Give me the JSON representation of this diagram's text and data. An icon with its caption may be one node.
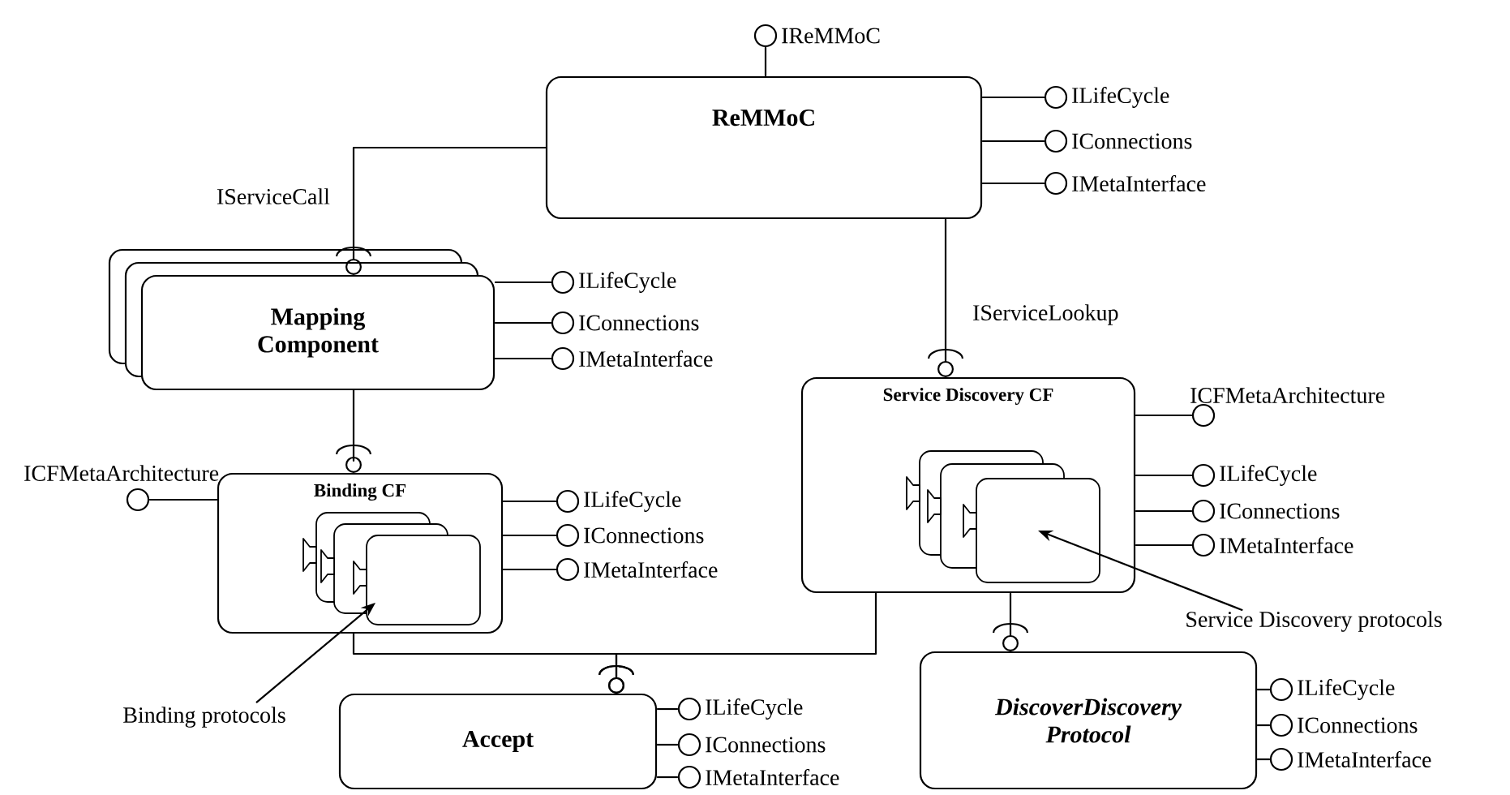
{
  "diagram": {
    "nodes": [
      {
        "text": [
          "ReMMoC"
        ]
      },
      {
        "text": [],
        "shape": "circle",
        "beside": [
          "IReMMoC"
        ]
      },
      {
        "text": [],
        "shape": "circle",
        "beside": [
          "ILifeCycle"
        ]
      },
      {
        "text": [],
        "shape": "circle",
        "beside": [
          "IConnections"
        ]
      },
      {
        "text": [],
        "shape": "circle",
        "beside": [
          "IMetaInterface"
        ]
      },
      {
        "text": [
          "Mapping Component"
        ]
      },
      {
        "text": [],
        "shape": "circle",
        "beside": [
          "ILifeCycle"
        ]
      },
      {
        "text": [],
        "shape": "circle",
        "beside": [
          "IConnections"
        ]
      },
      {
        "text": [],
        "shape": "circle",
        "beside": [
          "IMetaInterface"
        ]
      },
      {
        "text": [
          "Service Discovery CF"
        ]
      },
      {
        "text": [],
        "shape": "circle",
        "beside": [
          "ICFMetaArchitecture"
        ]
      },
      {
        "text": [],
        "shape": "circle",
        "beside": [
          "ILifeCycle"
        ]
      },
      {
        "text": [],
        "shape": "circle",
        "beside": [
          "IConnections"
        ]
      },
      {
        "text": [],
        "shape": "circle",
        "beside": [
          "IMetaInterface"
        ]
      },
      {
        "text": [],
        "shape": "box",
        "in": 9
      },
      {
        "text": [
          "Service Discovery protocols"
        ]
      },
      {
        "text": [
          "Binding CF"
        ]
      },
      {
        "text": [],
        "shape": "circle",
        "beside": [
          "ICFMetaArchitecture"
        ]
      },
      {
        "text": [],
        "shape": "circle",
        "beside": [
          "ILifeCycle"
        ]
      },
      {
        "text": [],
        "shape": "circle",
        "beside": [
          "IConnections"
        ]
      },
      {
        "text": [],
        "shape": "circle",
        "beside": [
          "IMetaInterface"
        ]
      },
      {
        "text": [],
        "shape": "box",
        "in": 16
      },
      {
        "text": [
          "Binding protocols"
        ]
      },
      {
        "text": [
          "Accept"
        ]
      },
      {
        "text": [],
        "shape": "circle",
        "beside": [
          "ILifeCycle"
        ]
      },
      {
        "text": [],
        "shape": "circle",
        "beside": [
          "IConnections"
        ]
      },
      {
        "text": [],
        "shape": "circle",
        "beside": [
          "IMetaInterface"
        ]
      },
      {
        "text": [
          "DiscoverDiscovery Protocol"
        ]
      },
      {
        "text": [],
        "shape": "circle",
        "beside": [
          "ILifeCycle"
        ]
      },
      {
        "text": [],
        "shape": "circle",
        "beside": [
          "IConnections"
        ]
      },
      {
        "text": [],
        "shape": "circle",
        "beside": [
          "IMetaInterface"
        ]
      }
    ],
    "edges": [
      {
        "from": 0,
        "to": 1,
        "arrow": "none"
      },
      {
        "from": 0,
        "to": 2,
        "arrow": "none"
      },
      {
        "from": 0,
        "to": 3,
        "arrow": "none"
      },
      {
        "from": 0,
        "to": 4,
        "arrow": "none"
      },
      {
        "from": 0,
        "to": 5,
        "arrow": "other",
        "label": "IServiceCall"
      },
      {
        "from": 0,
        "to": 9,
        "arrow": "other",
        "label": "IServiceLookup"
      },
      {
        "from": 5,
        "to": 6,
        "arrow": "none"
      },
      {
        "from": 5,
        "to": 7,
        "arrow": "none"
      },
      {
        "from": 5,
        "to": 8,
        "arrow": "none"
      },
      {
        "from": 5,
        "to": 16,
        "arrow": "other"
      },
      {
        "from": 9,
        "to": 10,
        "arrow": "none"
      },
      {
        "from": 9,
        "to": 11,
        "arrow": "none"
      },
      {
        "from": 9,
        "to": 12,
        "arrow": "none"
      },
      {
        "from": 9,
        "to": 13,
        "arrow": "none"
      },
      {
        "from": 16,
        "to": 17,
        "arrow": "none"
      },
      {
        "from": 16,
        "to": 18,
        "arrow": "none"
      },
      {
        "from": 16,
        "to": 19,
        "arrow": "none"
      },
      {
        "from": 16,
        "to": 20,
        "arrow": "none"
      },
      {
        "from": 9,
        "to": 27,
        "arrow": "other"
      },
      {
        "from": 16,
        "to": 23,
        "arrow": "other"
      },
      {
        "from": 9,
        "to": 23,
        "arrow": "other"
      },
      {
        "from": 23,
        "to": 24,
        "arrow": "none"
      },
      {
        "from": 23,
        "to": 25,
        "arrow": "none"
      },
      {
        "from": 23,
        "to": 26,
        "arrow": "none"
      },
      {
        "from": 27,
        "to": 28,
        "arrow": "none"
      },
      {
        "from": 27,
        "to": 29,
        "arrow": "none"
      },
      {
        "from": 27,
        "to": 30,
        "arrow": "none"
      },
      {
        "from": 22,
        "to": 21,
        "arrow": "to"
      },
      {
        "from": 15,
        "to": 14,
        "arrow": "to"
      }
    ]
  }
}
